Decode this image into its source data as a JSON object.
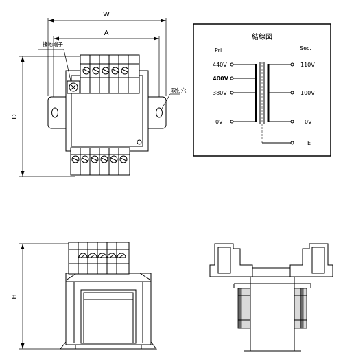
{
  "dimensions": {
    "w": "W",
    "a": "A",
    "d": "D",
    "h": "H"
  },
  "callouts": {
    "ground_terminal": "接地端子",
    "mounting_hole": "取付穴"
  },
  "wiring": {
    "title": "結線図",
    "pri_label": "Pri.",
    "sec_label": "Sec.",
    "primary_taps": [
      "440V",
      "400V",
      "380V",
      "0V"
    ],
    "secondary_taps": [
      "110V",
      "100V",
      "0V"
    ],
    "earth_label": "E"
  }
}
